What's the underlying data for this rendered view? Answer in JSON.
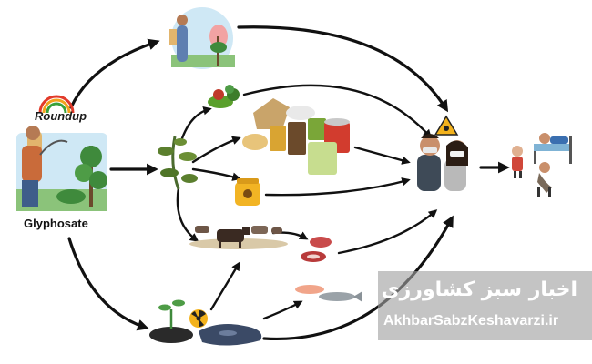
{
  "labels": {
    "brand": "Roundup",
    "chemical": "Glyphosate"
  },
  "watermark": {
    "title": "اخبار سبز کشاورزی",
    "url": "AkhbarSabzKeshavarzi.ir"
  },
  "colors": {
    "arrow": "#111111",
    "sky": "#cfe8f5",
    "foliage": "#3f8a3c",
    "soil": "#2a2a2a",
    "hazard": "#f3b21c",
    "watermark_text": "#ffffff"
  },
  "icons": [
    "farmer-spraying-icon",
    "roundup-logo-icon",
    "rainbow-icon",
    "sprayer-farmer-icon",
    "harvested-plant-icon",
    "vegetables-icon",
    "packaged-foods-icon",
    "honey-jar-icon",
    "livestock-grazing-icon",
    "raw-meat-icon",
    "fish-icon",
    "seedling-soil-icon",
    "radiation-hazard-icon",
    "polluted-water-icon",
    "biohazard-warning-icon",
    "masked-people-icon",
    "sick-people-icon"
  ]
}
